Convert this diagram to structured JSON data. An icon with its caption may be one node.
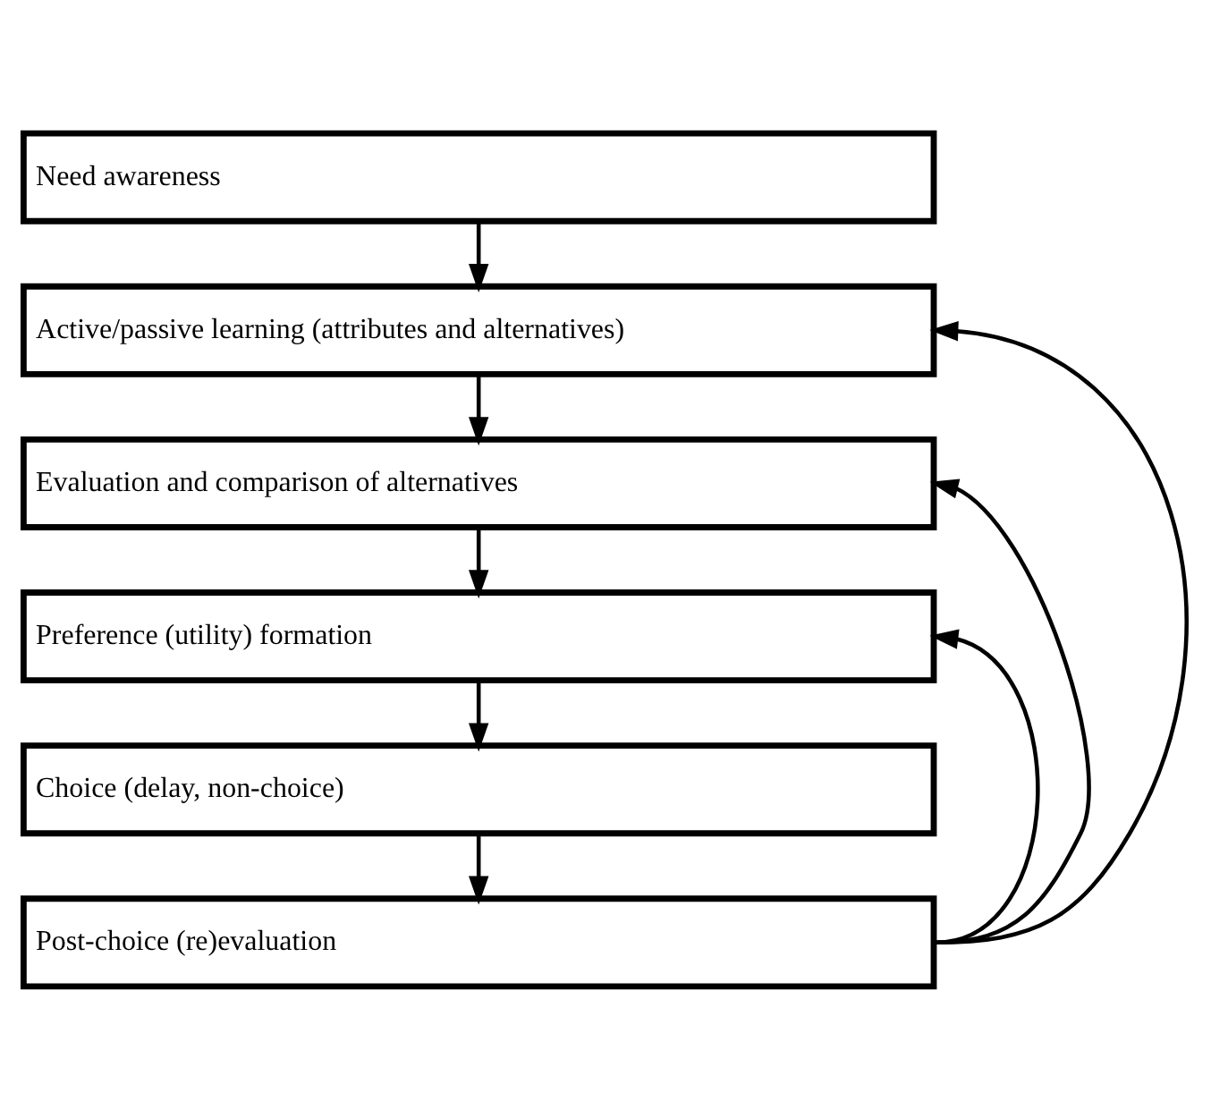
{
  "diagram": {
    "nodes": [
      {
        "text": [
          "Need awareness"
        ]
      },
      {
        "text": [
          "Active/passive learning (attributes and alternatives)"
        ]
      },
      {
        "text": [
          "Evaluation and comparison of alternatives"
        ]
      },
      {
        "text": [
          "Preference (utility) formation"
        ]
      },
      {
        "text": [
          "Choice (delay, non-choice)"
        ]
      },
      {
        "text": [
          "Post-choice (re)evaluation"
        ]
      }
    ],
    "edges": [
      {
        "from": 0,
        "to": 1,
        "arrow": "to"
      },
      {
        "from": 1,
        "to": 2,
        "arrow": "to"
      },
      {
        "from": 2,
        "to": 3,
        "arrow": "to"
      },
      {
        "from": 3,
        "to": 4,
        "arrow": "to"
      },
      {
        "from": 4,
        "to": 5,
        "arrow": "to"
      },
      {
        "from": 5,
        "to": 1,
        "arrow": "to"
      },
      {
        "from": 5,
        "to": 2,
        "arrow": "to"
      },
      {
        "from": 5,
        "to": 3,
        "arrow": "to"
      }
    ]
  }
}
